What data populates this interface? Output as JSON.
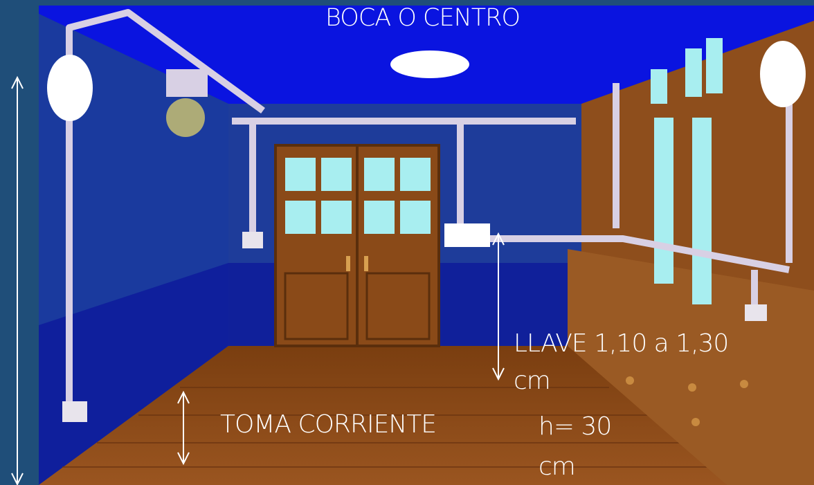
{
  "labels": {
    "boca_o_centro": "BOCA O CENTRO",
    "llave_line1": "LLAVE  1,10 a 1,30",
    "llave_line2": "cm",
    "toma_corriente": "TOMA CORRIENTE",
    "height_line1": "h= 30",
    "height_line2": "cm"
  },
  "colors": {
    "frame_background": "#1f4e79",
    "ceiling": "#0a14e0",
    "wall": "#1f3fa0",
    "wainscot": "#0f1e9a",
    "floor": "#8a4a16",
    "wood": "#9c5a22",
    "conduit": "#d8d0e4",
    "window_glass": "#a8eef0",
    "marker": "#ffffff",
    "label_text": "#ffffff"
  }
}
